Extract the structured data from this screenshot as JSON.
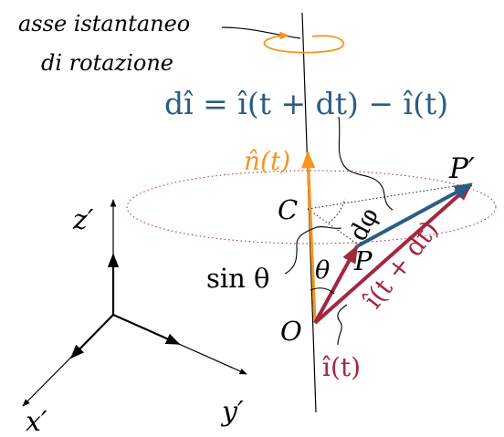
{
  "axis_label_line1": "asse istantaneo",
  "axis_label_line2": "di rotazione",
  "formula": "dî = î(t + dt) − î(t)",
  "n_label": "n̂(t)",
  "C_label": "C",
  "P_label": "P",
  "Pprime_label": "P′",
  "O_label": "O",
  "dphi_label": "dφ",
  "theta_label": "θ",
  "sintheta_label": "sin θ",
  "i_label": "î(t)",
  "ipdt_label": "î(t + dt)",
  "x_label": "x′",
  "y_label": "y′",
  "z_label": "z′",
  "colors": {
    "orange": "#F7941D",
    "crimson": "#A5263F",
    "blue": "#2A5D86",
    "dotted_red": "#A5263F",
    "black": "#000000"
  }
}
